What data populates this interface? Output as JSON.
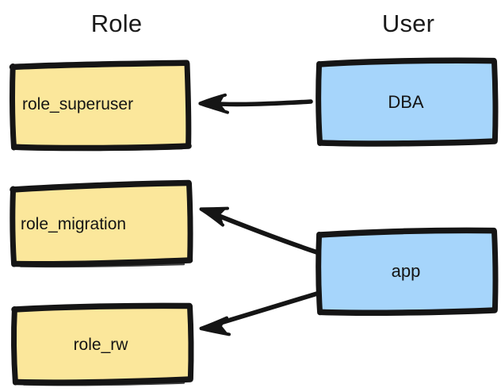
{
  "diagram": {
    "title_columns": {
      "role_header": "Role",
      "user_header": "User"
    },
    "colors": {
      "role_fill": "#fbe79b",
      "user_fill": "#a6d5fb",
      "stroke": "#151515",
      "text": "#141414",
      "background": "#ffffff"
    },
    "nodes": [
      {
        "id": "role_superuser",
        "label": "role_superuser",
        "type": "role",
        "column": "Role"
      },
      {
        "id": "role_migration",
        "label": "role_migration",
        "type": "role",
        "column": "Role"
      },
      {
        "id": "role_rw",
        "label": "role_rw",
        "type": "role",
        "column": "Role"
      },
      {
        "id": "dba",
        "label": "DBA",
        "type": "user",
        "column": "User"
      },
      {
        "id": "app",
        "label": "app",
        "type": "user",
        "column": "User"
      }
    ],
    "edges": [
      {
        "from": "dba",
        "to": "role_superuser",
        "style": "arrow"
      },
      {
        "from": "app",
        "to": "role_migration",
        "style": "arrow"
      },
      {
        "from": "app",
        "to": "role_rw",
        "style": "arrow"
      }
    ]
  }
}
